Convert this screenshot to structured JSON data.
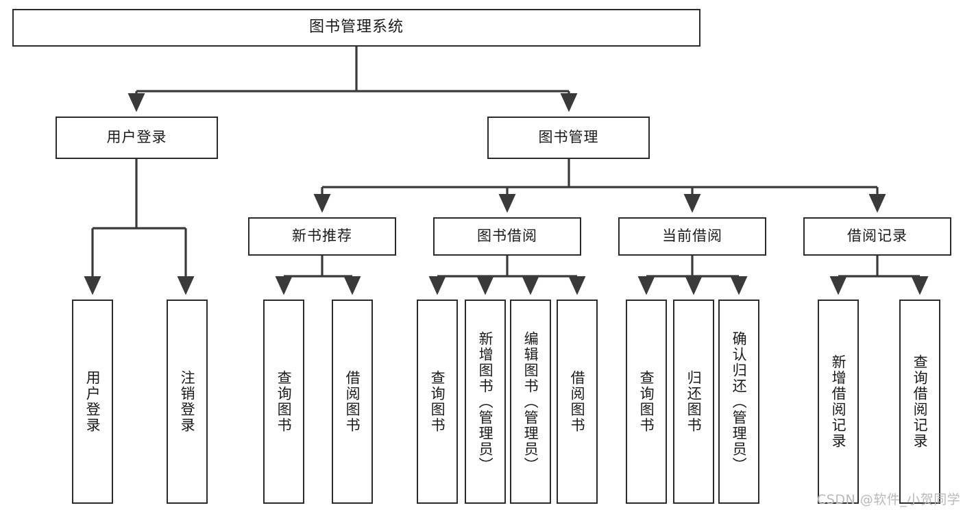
{
  "diagram": {
    "title": "图书管理系统",
    "type": "tree-diagram",
    "watermark": "CSDN @软件_小贺同学",
    "colors": {
      "box_border": "#2b2b2b",
      "box_fill": "#ffffff",
      "connector": "#3a3a3a",
      "text": "#1a1a1a",
      "watermark": "#b9b9b9"
    },
    "levels": {
      "root": {
        "label": "图书管理系统"
      },
      "level2": [
        {
          "label": "用户登录"
        },
        {
          "label": "图书管理"
        }
      ],
      "level3": [
        {
          "label": "新书推荐"
        },
        {
          "label": "图书借阅"
        },
        {
          "label": "当前借阅"
        },
        {
          "label": "借阅记录"
        }
      ],
      "leaves": {
        "user_login": [
          {
            "label": "用户登录"
          },
          {
            "label": "注销登录"
          }
        ],
        "new_book_recommend": [
          {
            "label": "查询图书"
          },
          {
            "label": "借阅图书"
          }
        ],
        "book_borrow": [
          {
            "label": "查询图书"
          },
          {
            "label": "新增图书（管理员）"
          },
          {
            "label": "编辑图书（管理员）"
          },
          {
            "label": "借阅图书"
          }
        ],
        "current_borrow": [
          {
            "label": "查询图书"
          },
          {
            "label": "归还图书"
          },
          {
            "label": "确认归还（管理员）"
          }
        ],
        "borrow_record": [
          {
            "label": "新增借阅记录"
          },
          {
            "label": "查询借阅记录"
          }
        ]
      }
    }
  }
}
